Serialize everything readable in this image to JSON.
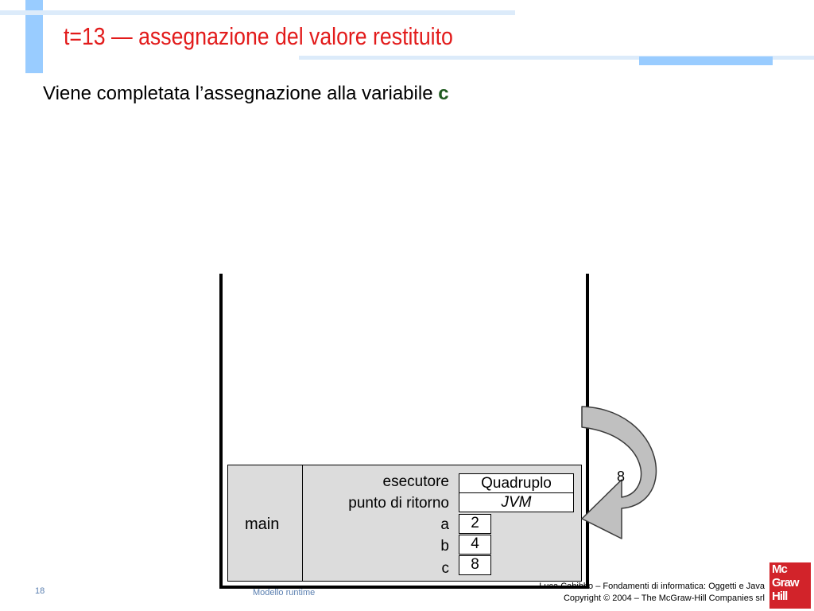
{
  "slide": {
    "title": "t=13 — assegnazione del valore restituito",
    "subtitle_text": "Viene completata l’assegnazione alla variabile ",
    "subtitle_var": "c",
    "page_number": "18",
    "section": "Modello runtime",
    "footer_line1": "Luca Cabibbo – Fondamenti di informatica: Oggetti e Java",
    "footer_line2": "Copyright © 2004 – The McGraw-Hill Companies srl",
    "logo": [
      "Mc",
      "Graw",
      "Hill"
    ]
  },
  "frame": {
    "name": "main",
    "rows": [
      {
        "label": "esecutore",
        "value": "Quadruplo"
      },
      {
        "label": "punto di ritorno",
        "value": "JVM"
      },
      {
        "label": "a",
        "value": "2"
      },
      {
        "label": "b",
        "value": "4"
      },
      {
        "label": "c",
        "value": "8"
      }
    ]
  },
  "returned_value": "8",
  "colors": {
    "title": "#e21b1b",
    "frame_fill": "#dcdcdc",
    "arrow_fill": "#c0c0c0",
    "deco_blue": "#99ccff"
  }
}
